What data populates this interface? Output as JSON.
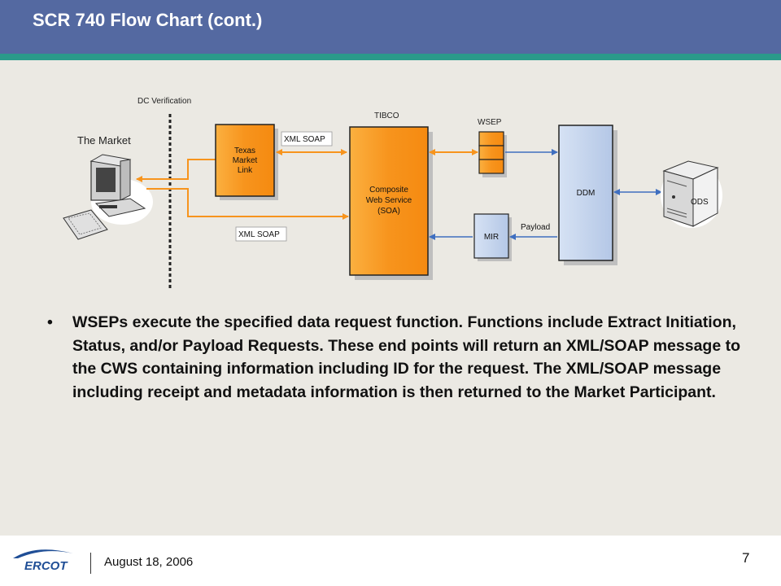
{
  "title": "SCR 740 Flow Chart (cont.)",
  "diagram": {
    "dc_verification": "DC Verification",
    "the_market": "The Market",
    "tibco": "TIBCO",
    "wsep": "WSEP",
    "texas_market_link": [
      "Texas",
      "Market",
      "Link"
    ],
    "composite": [
      "Composite",
      "Web Service",
      "(SOA)"
    ],
    "ddm": "DDM",
    "mir": "MIR",
    "ods": "ODS",
    "xml_soap_top": "XML SOAP",
    "xml_soap_bottom": "XML SOAP",
    "payload": "Payload",
    "colors": {
      "orange": "#f7941d",
      "blue_box": "#c4d4ec",
      "arrow_blue": "#3f6fc0"
    }
  },
  "bullet": "WSEPs execute the specified data request function. Functions include Extract Initiation, Status, and/or Payload Requests. These end points will return an XML/SOAP message to the CWS containing information including ID for the request. The XML/SOAP message including receipt and metadata information is then returned to the Market Participant.",
  "footer": {
    "logo_text": "ERCOT",
    "date": "August 18, 2006",
    "page": "7"
  }
}
